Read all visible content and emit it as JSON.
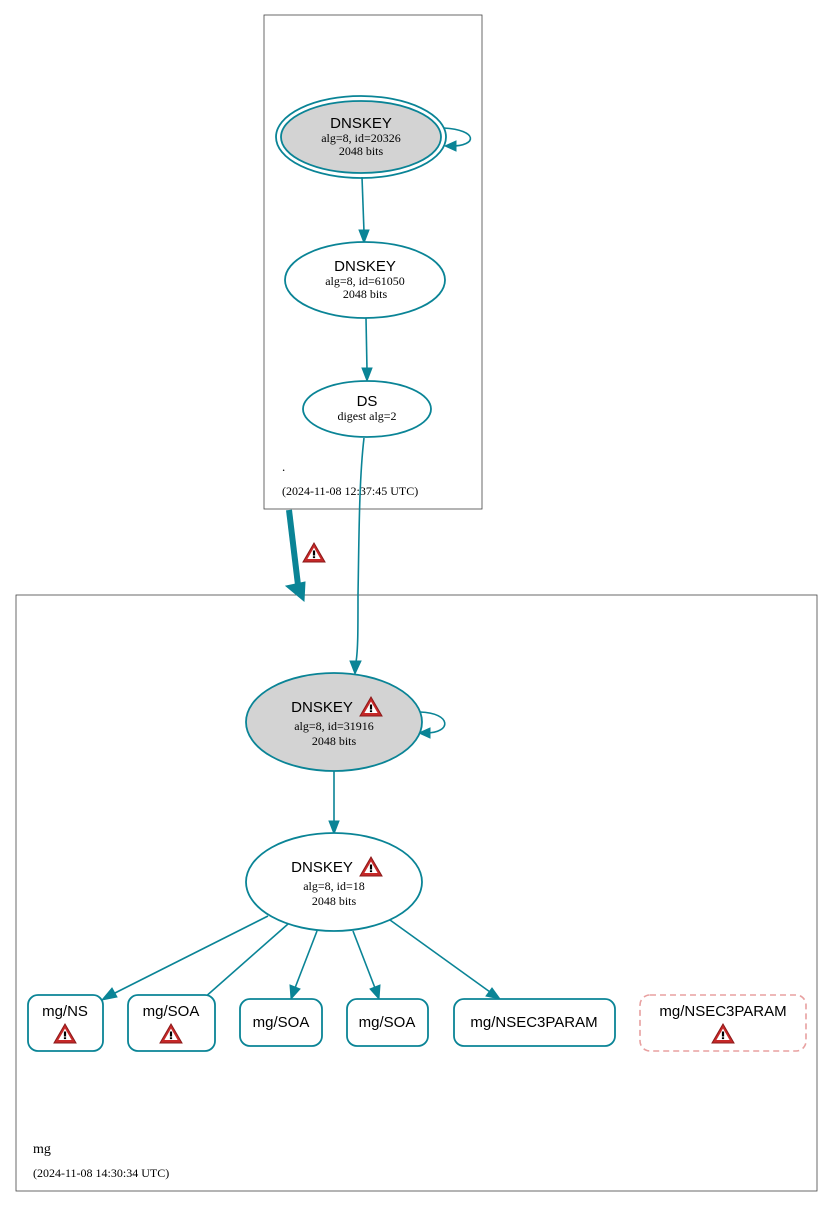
{
  "colors": {
    "edge": "#0a8496",
    "node_stroke": "#0a8496",
    "ksk_fill": "#d3d3d3",
    "error_dash": "#e8a0a0",
    "warning_red": "#c62828"
  },
  "root_zone": {
    "name": ".",
    "timestamp": "(2024-11-08 12:37:45 UTC)",
    "ksk": {
      "title": "DNSKEY",
      "line1": "alg=8, id=20326",
      "line2": "2048 bits"
    },
    "zsk": {
      "title": "DNSKEY",
      "line1": "alg=8, id=61050",
      "line2": "2048 bits"
    },
    "ds": {
      "title": "DS",
      "line1": "digest alg=2"
    }
  },
  "mg_zone": {
    "name": "mg",
    "timestamp": "(2024-11-08 14:30:34 UTC)",
    "ksk": {
      "title": "DNSKEY",
      "line1": "alg=8, id=31916",
      "line2": "2048 bits"
    },
    "zsk": {
      "title": "DNSKEY",
      "line1": "alg=8, id=18",
      "line2": "2048 bits"
    },
    "records": [
      {
        "label": "mg/NS",
        "warning": true
      },
      {
        "label": "mg/SOA",
        "warning": true
      },
      {
        "label": "mg/SOA",
        "warning": false
      },
      {
        "label": "mg/SOA",
        "warning": false
      },
      {
        "label": "mg/NSEC3PARAM",
        "warning": false
      },
      {
        "label": "mg/NSEC3PARAM",
        "warning": true,
        "dashed": true
      }
    ]
  },
  "icons": {
    "warning": "warning-icon"
  }
}
